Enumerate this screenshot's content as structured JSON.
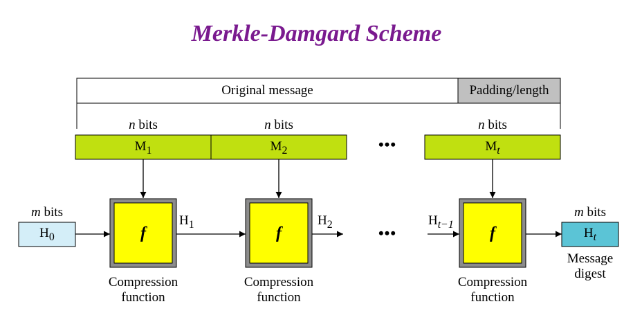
{
  "title": "Merkle-Damgard Scheme",
  "message_bar": {
    "original_label": "Original message",
    "padding_label": "Padding/length"
  },
  "block_size": {
    "unit": "bits",
    "var": "n"
  },
  "chain_size": {
    "unit": "bits",
    "var": "m"
  },
  "blocks": [
    {
      "base": "M",
      "sub": "1"
    },
    {
      "base": "M",
      "sub": "2"
    },
    {
      "base": "M",
      "sub": "t"
    }
  ],
  "function_symbol": "f",
  "compression_caption": [
    "Compression",
    "function"
  ],
  "chain_values": {
    "h0": {
      "base": "H",
      "sub": "0"
    },
    "h1": {
      "base": "H",
      "sub": "1"
    },
    "h2": {
      "base": "H",
      "sub": "2"
    },
    "ht_1": {
      "base": "H",
      "sub": "t−1"
    },
    "ht": {
      "base": "H",
      "sub": "t"
    }
  },
  "ellipsis": "•••",
  "digest_caption": [
    "Message",
    "digest"
  ],
  "colors": {
    "title": "#7a1a8f",
    "block_fill": "#c0e010",
    "function_fill": "#ffff00",
    "function_frame": "#8c8c8c",
    "padding_fill": "#c0c0c0",
    "h0_fill": "#d4eef8",
    "ht_fill": "#5bc4d6"
  }
}
